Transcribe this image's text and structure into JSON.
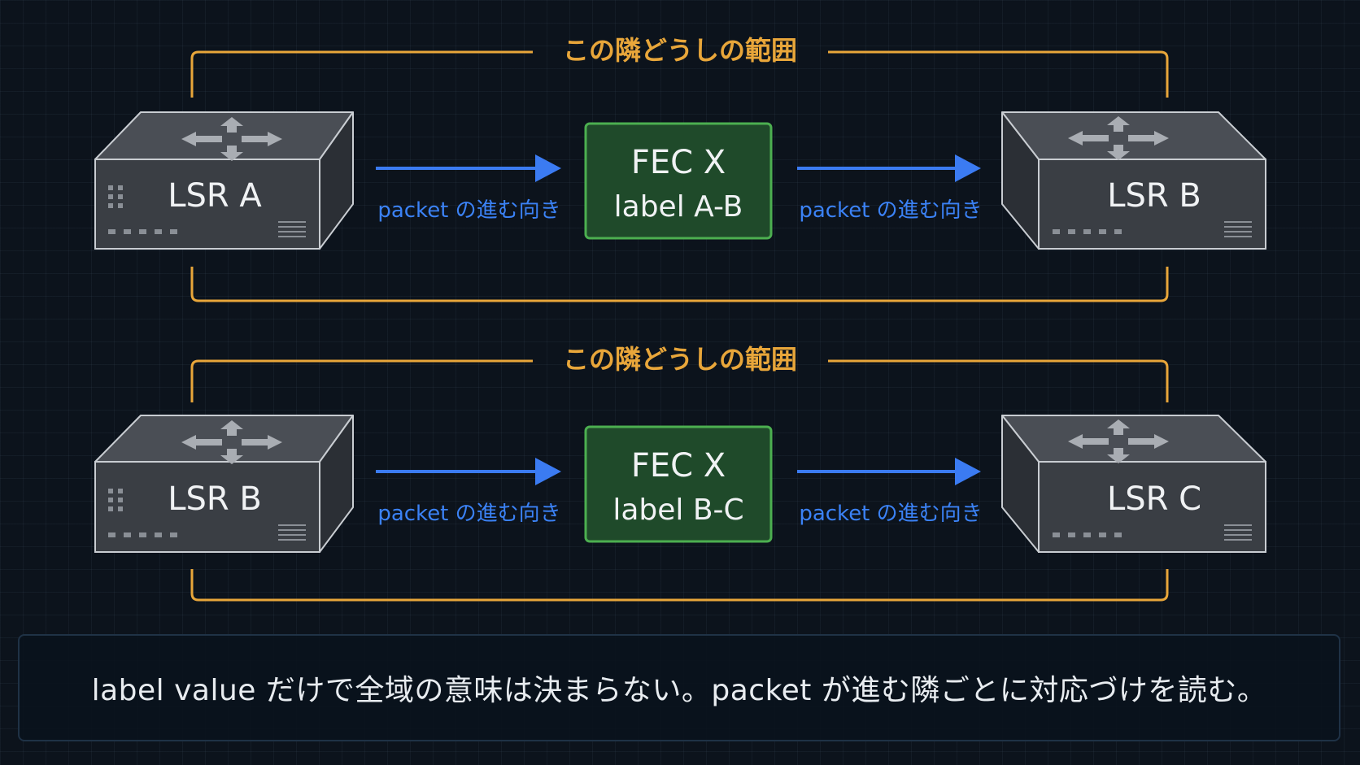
{
  "colors": {
    "background": "#0c131c",
    "bracket": "#e8a63a",
    "arrow": "#3b7bf2",
    "fec_fill": "#1f4a2a",
    "fec_border": "#4caf50",
    "router_body": "#3a3e44",
    "text_light": "#f0f2f4"
  },
  "rows": [
    {
      "scope_label": "この隣どうしの範囲",
      "left_router": "LSR A",
      "right_router": "LSR B",
      "fec": {
        "title": "FEC X",
        "label": "label A-B"
      },
      "arrow_label_left": "packet の進む向き",
      "arrow_label_right": "packet の進む向き"
    },
    {
      "scope_label": "この隣どうしの範囲",
      "left_router": "LSR B",
      "right_router": "LSR C",
      "fec": {
        "title": "FEC X",
        "label": "label B-C"
      },
      "arrow_label_left": "packet の進む向き",
      "arrow_label_right": "packet の進む向き"
    }
  ],
  "note": "label value だけで全域の意味は決まらない。packet が進む隣ごとに対応づけを読む。",
  "icons": [
    "router-arrows-icon",
    "arrow-right-icon"
  ]
}
